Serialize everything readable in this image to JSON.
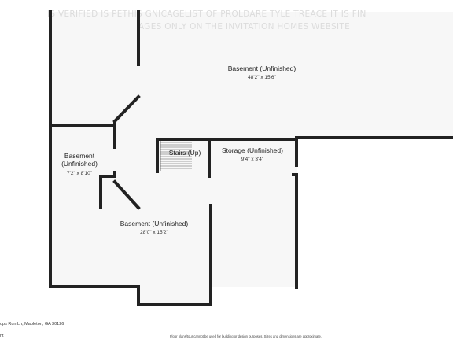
{
  "watermark": {
    "line1": "IS VERIFIED IS PETHIS GNICAGELIST OF PROLDARE TYLE TREACE IT IS FIN",
    "line2": "AGES ONLY ON THE INVITATION HOMES WEBSITE"
  },
  "rooms": [
    {
      "id": "basement-main",
      "name": "Basement (Unfinished)",
      "dims": "48'2\" x 15'6\""
    },
    {
      "id": "basement-left",
      "name_line1": "Basement",
      "name_line2": "(Unfinished)",
      "dims": "7'2\" x 8'10\""
    },
    {
      "id": "stairs",
      "name": "Stairs (Up)"
    },
    {
      "id": "storage",
      "name": "Storage (Unfinished)",
      "dims": "9'4\" x 3'4\""
    },
    {
      "id": "basement-lower",
      "name": "Basement (Unfinished)",
      "dims": "28'0\" x 15'2\""
    }
  ],
  "footer": {
    "address": "ops Run Ln, Mableton, GA 30126",
    "line2": "nt",
    "disclaimer": "Floor plans/tour cannot be used for building or design purposes. Sizes and dimensions are approximate."
  }
}
